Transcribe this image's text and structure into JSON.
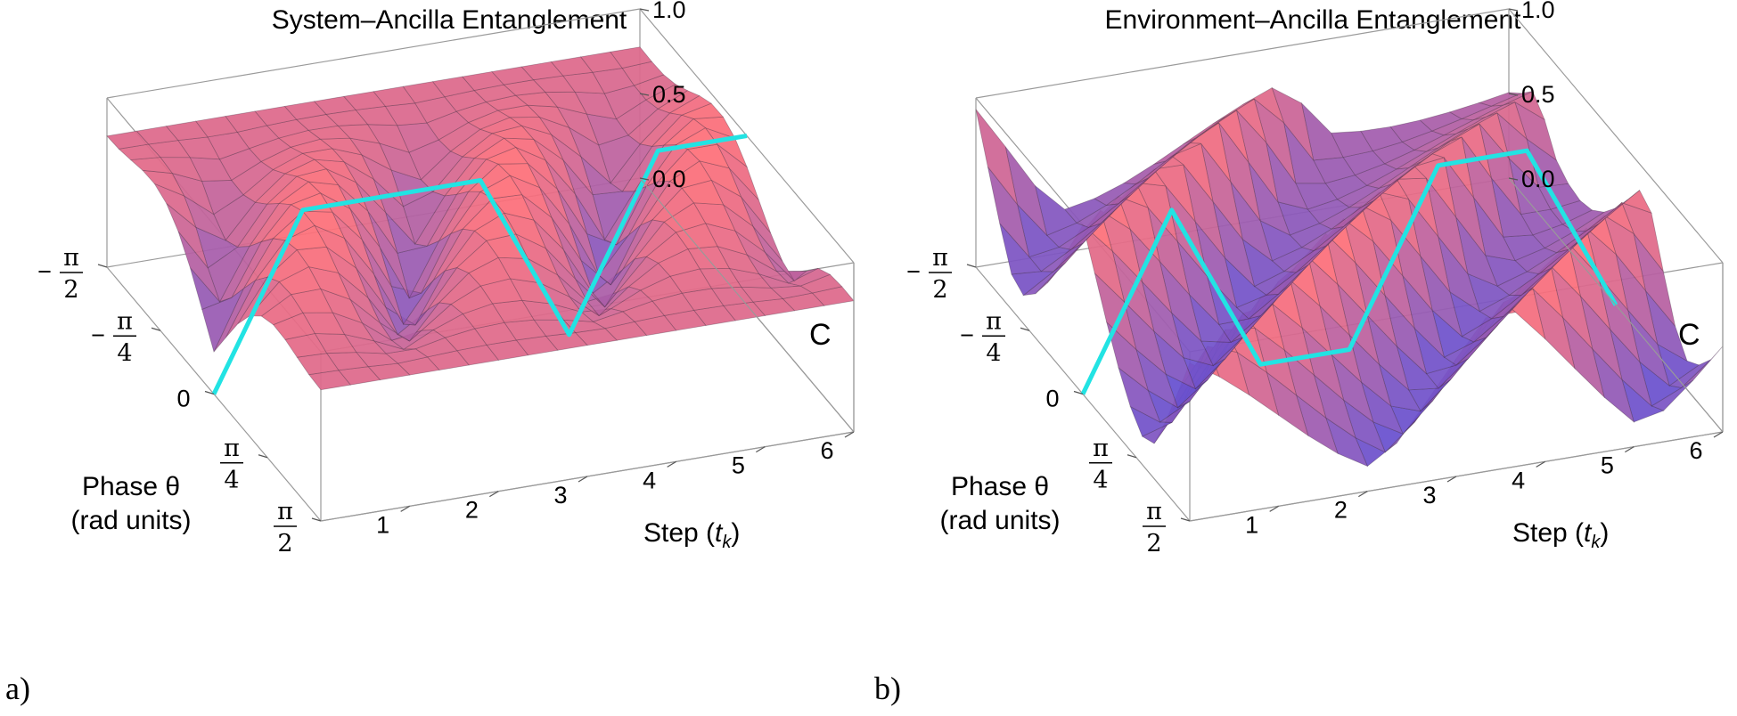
{
  "panels": [
    {
      "id": "a",
      "panel_label": "a)",
      "title": "System–Ancilla Entanglement",
      "theta_axis_label": "Phase θ",
      "theta_axis_units": "(rad units)",
      "step_axis_label_prefix": "Step (",
      "step_axis_label_var": "t",
      "step_axis_label_sub": "k",
      "step_axis_label_suffix": ")",
      "z_axis_label": "C"
    },
    {
      "id": "b",
      "panel_label": "b)",
      "title": "Environment–Ancilla Entanglement",
      "theta_axis_label": "Phase θ",
      "theta_axis_units": "(rad units)",
      "step_axis_label_prefix": "Step (",
      "step_axis_label_var": "t",
      "step_axis_label_sub": "k",
      "step_axis_label_suffix": ")",
      "z_axis_label": "C"
    }
  ],
  "ticks": {
    "theta": [
      {
        "sign": "−",
        "num": "π",
        "den": "2"
      },
      {
        "sign": "−",
        "num": "π",
        "den": "4"
      },
      {
        "sign": "",
        "num": "0",
        "den": ""
      },
      {
        "sign": "",
        "num": "π",
        "den": "4"
      },
      {
        "sign": "",
        "num": "π",
        "den": "2"
      }
    ],
    "step": [
      "1",
      "2",
      "3",
      "4",
      "5",
      "6"
    ],
    "c": [
      "0.0",
      "0.5",
      "1.0"
    ]
  },
  "chart_data": [
    {
      "type": "surface3d",
      "title": "System–Ancilla Entanglement",
      "x_axis": "Step (t_k)",
      "y_axis": "Phase θ (rad units)",
      "z_axis": "C",
      "x_range": [
        0,
        6
      ],
      "y_range": [
        -1.5708,
        1.5708
      ],
      "z_range": [
        0,
        1
      ],
      "surface_colors": [
        "#ff6f78",
        "#4a4ae0"
      ],
      "highlight_path_color": "#22e3e3",
      "highlight_path": {
        "theta": 0,
        "step": [
          0,
          1,
          2,
          3,
          4,
          5,
          6
        ],
        "C": [
          0.0,
          1.0,
          1.0,
          1.0,
          0.0,
          1.0,
          1.0
        ]
      }
    },
    {
      "type": "surface3d",
      "title": "Environment–Ancilla Entanglement",
      "x_axis": "Step (t_k)",
      "y_axis": "Phase θ (rad units)",
      "z_axis": "C",
      "x_range": [
        0,
        6
      ],
      "y_range": [
        -1.5708,
        1.5708
      ],
      "z_range": [
        0,
        1
      ],
      "surface_colors": [
        "#ff6f78",
        "#4a4ae0"
      ],
      "highlight_path_color": "#22e3e3",
      "highlight_path": {
        "theta": 0,
        "step": [
          0,
          1,
          2,
          3,
          4,
          5,
          6
        ],
        "C": [
          0.0,
          1.0,
          0.0,
          0.0,
          1.0,
          1.0,
          0.0
        ]
      }
    }
  ]
}
